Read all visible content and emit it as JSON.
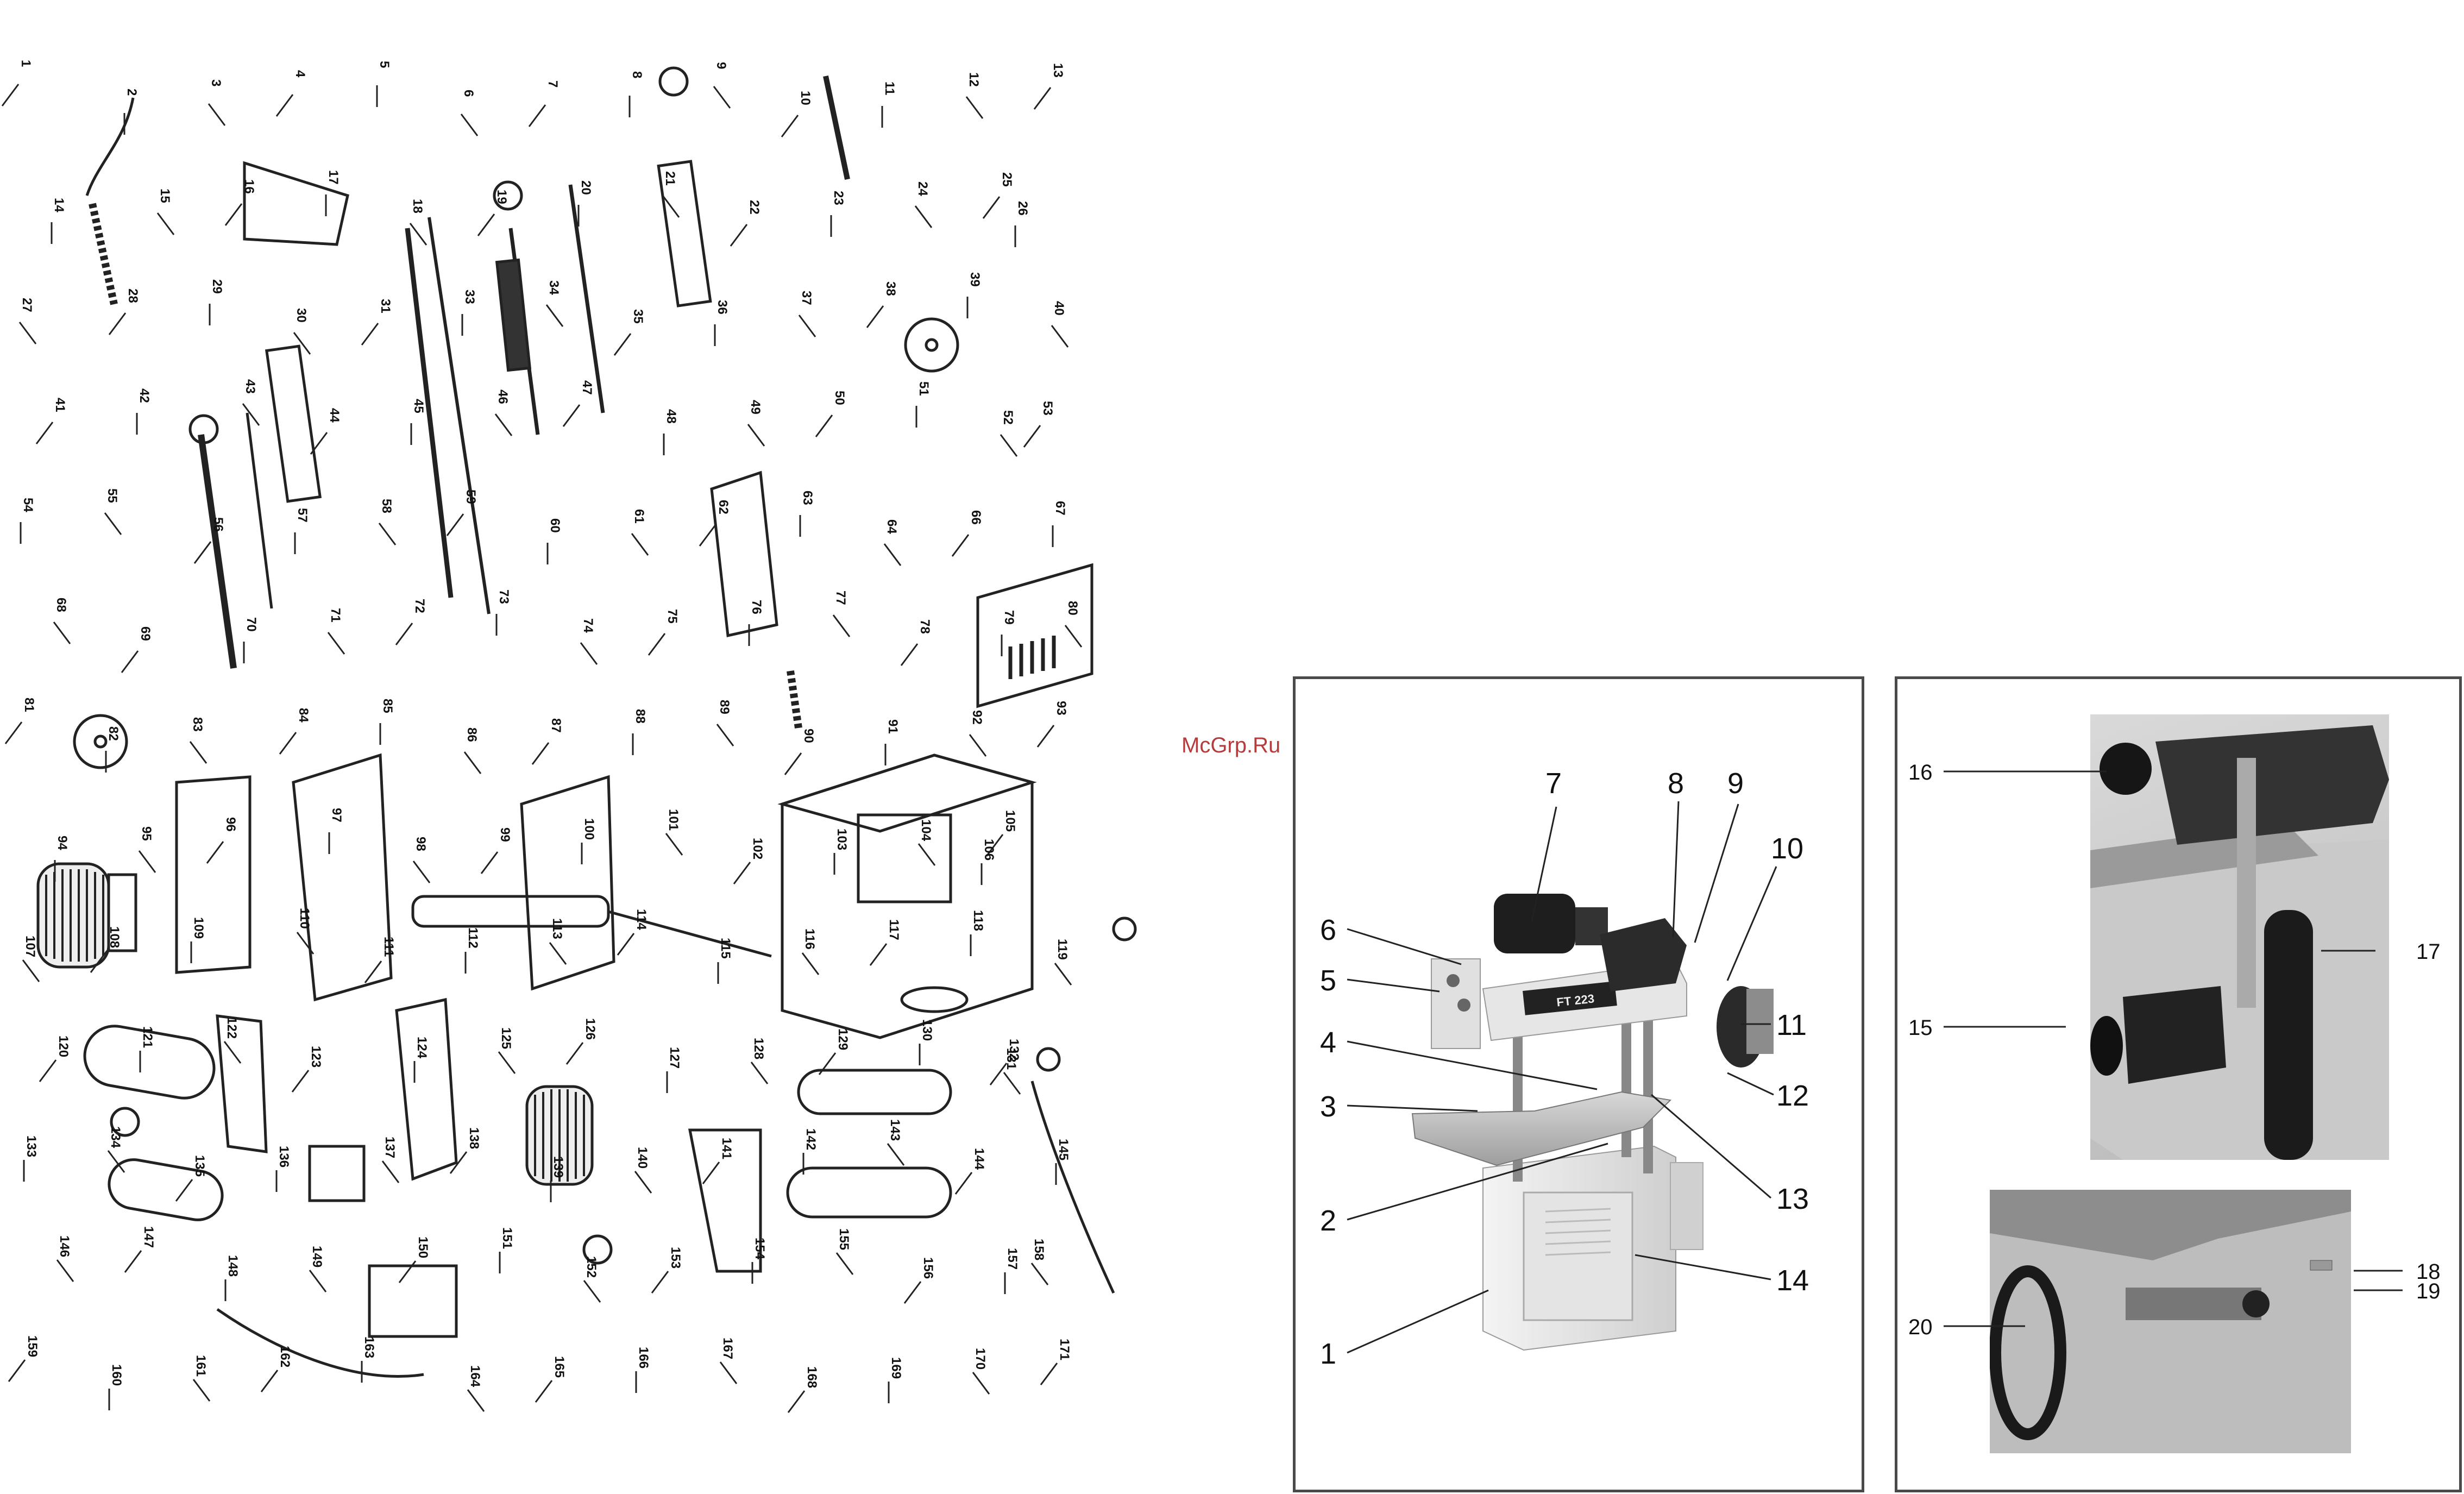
{
  "watermark": "McGrp.Ru",
  "exploded_part_numbers": [
    "1",
    "2",
    "3",
    "4",
    "5",
    "6",
    "7",
    "8",
    "9",
    "10",
    "11",
    "12",
    "13",
    "14",
    "15",
    "16",
    "17",
    "18",
    "19",
    "20",
    "21",
    "22",
    "23",
    "24",
    "25",
    "26",
    "27",
    "28",
    "29",
    "30",
    "31",
    "33",
    "34",
    "35",
    "36",
    "37",
    "38",
    "39",
    "40",
    "41",
    "42",
    "43",
    "44",
    "45",
    "46",
    "47",
    "48",
    "49",
    "50",
    "51",
    "52",
    "53",
    "54",
    "55",
    "56",
    "57",
    "58",
    "59",
    "60",
    "61",
    "62",
    "63",
    "64",
    "66",
    "67",
    "68",
    "69",
    "70",
    "71",
    "72",
    "73",
    "74",
    "75",
    "76",
    "77",
    "78",
    "79",
    "80",
    "81",
    "82",
    "83",
    "84",
    "85",
    "86",
    "87",
    "88",
    "89",
    "90",
    "91",
    "92",
    "93",
    "94",
    "95",
    "96",
    "97",
    "98",
    "99",
    "100",
    "101",
    "102",
    "103",
    "104",
    "105",
    "106",
    "107",
    "108",
    "109",
    "110",
    "111",
    "112",
    "113",
    "114",
    "115",
    "116",
    "117",
    "118",
    "119",
    "120",
    "121",
    "122",
    "123",
    "124",
    "125",
    "126",
    "127",
    "128",
    "129",
    "130",
    "131",
    "132",
    "133",
    "134",
    "135",
    "136",
    "137",
    "138",
    "139",
    "140",
    "141",
    "142",
    "143",
    "144",
    "145",
    "146",
    "147",
    "148",
    "149",
    "150",
    "151",
    "152",
    "153",
    "154",
    "155",
    "156",
    "157",
    "158",
    "159",
    "160",
    "161",
    "162",
    "163",
    "164",
    "165",
    "166",
    "167",
    "168",
    "169",
    "170",
    "171"
  ],
  "main_photo": {
    "brand_plate": "FT 223",
    "callouts": [
      "1",
      "2",
      "3",
      "4",
      "5",
      "6",
      "7",
      "8",
      "9",
      "10",
      "11",
      "12",
      "13",
      "14"
    ]
  },
  "side_photos": {
    "top_callouts": [
      "15",
      "16",
      "17"
    ],
    "bottom_callouts": [
      "18",
      "19",
      "20"
    ]
  }
}
